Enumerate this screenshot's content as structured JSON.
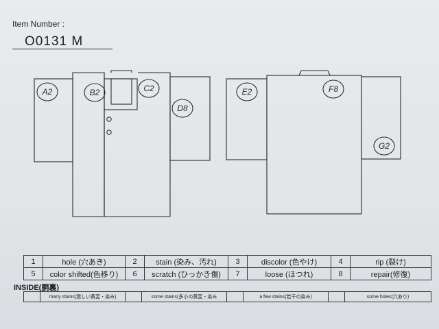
{
  "header": {
    "item_number_label": "Item Number :",
    "item_number_value": "O0131   M"
  },
  "front_marks": [
    "A2",
    "B2",
    "C2",
    "D8"
  ],
  "back_marks": [
    "E2",
    "F8",
    "G2"
  ],
  "defects": [
    {
      "num": "1",
      "label": "hole (穴あき)"
    },
    {
      "num": "2",
      "label": "stain (染み、汚れ)"
    },
    {
      "num": "3",
      "label": "discolor (色やけ)"
    },
    {
      "num": "4",
      "label": "rip (裂け)"
    },
    {
      "num": "5",
      "label": "color shifted(色移り)"
    },
    {
      "num": "6",
      "label": "scratch (ひっかき傷)"
    },
    {
      "num": "7",
      "label": "loose (ほつれ)"
    },
    {
      "num": "8",
      "label": "repair(修復)"
    }
  ],
  "inside": {
    "label": "INSIDE(胴裏)",
    "options": [
      "many stains(激しい黄変・染み)",
      "some stains(多小の黄変・染み",
      "a few stains(若干の染み)",
      "some holes(穴あり)"
    ]
  }
}
